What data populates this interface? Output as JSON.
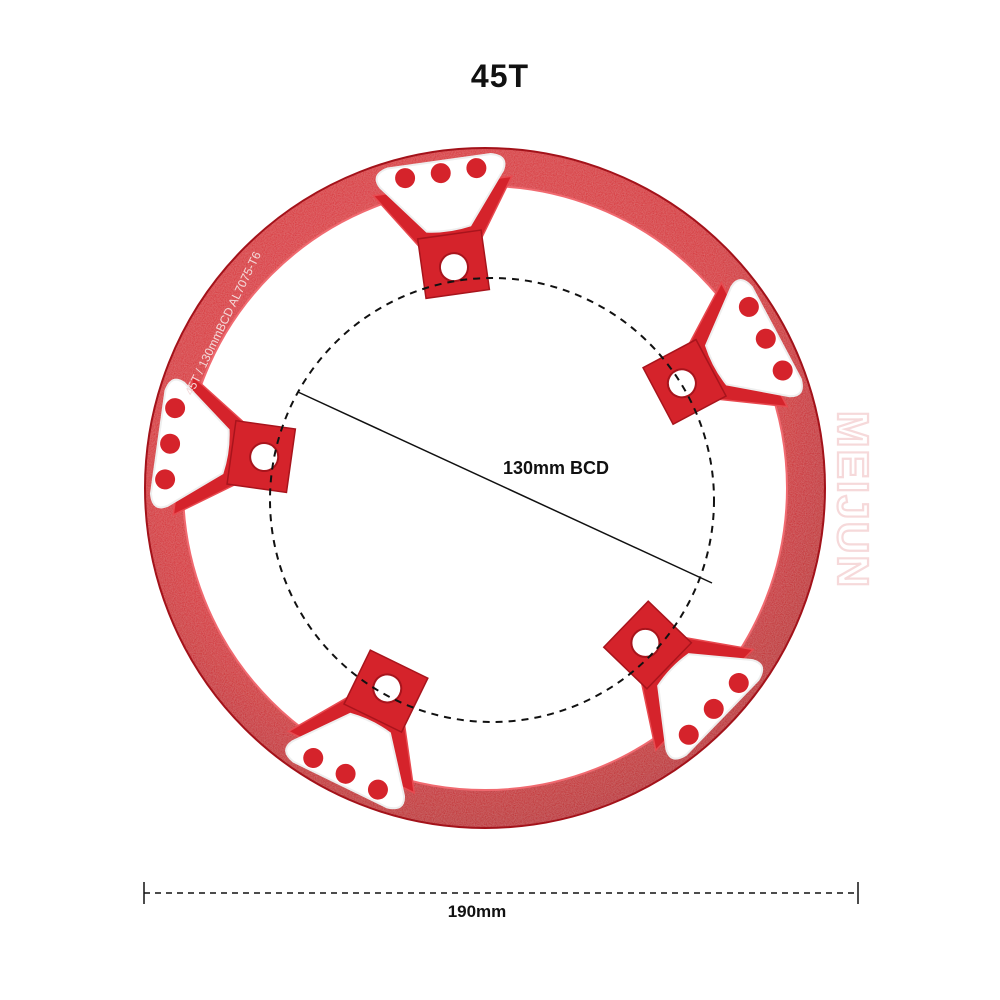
{
  "title": "45T",
  "engraving": "45T / 130mmBCD  AL7075-T6",
  "brand": "MEIJUN",
  "labels": {
    "bcd": "130mm BCD",
    "diameter": "190mm"
  },
  "colors": {
    "guard": "#d5232b",
    "guard_dark": "#a8141c",
    "guard_light": "#e84a50",
    "background": "#ffffff"
  }
}
